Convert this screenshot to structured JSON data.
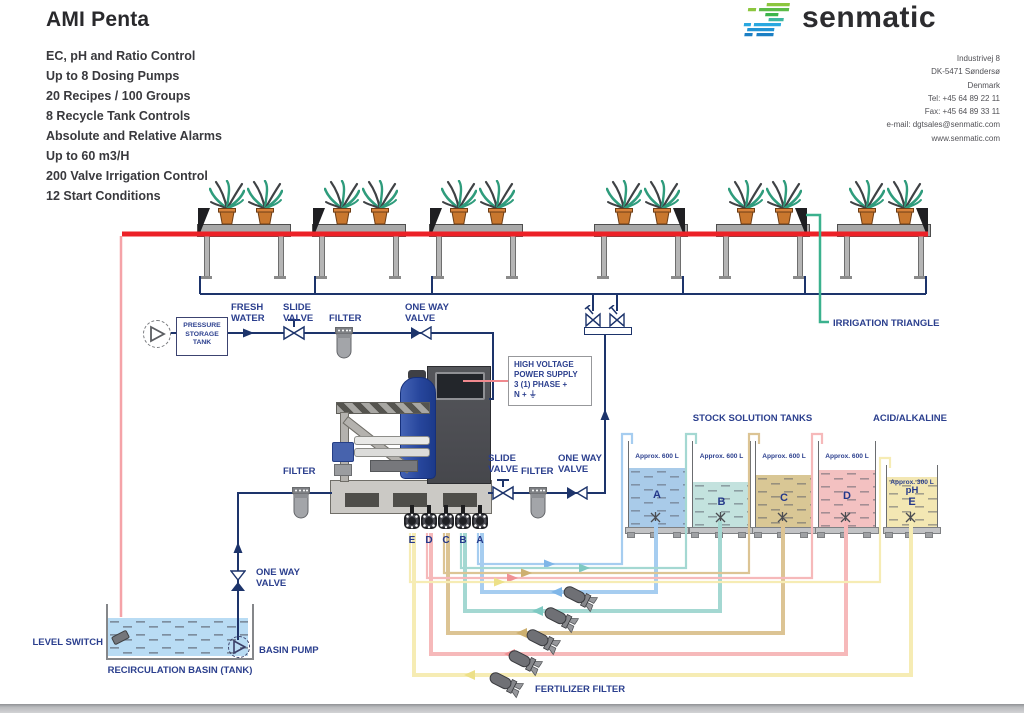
{
  "header": {
    "title": "AMI Penta",
    "features": [
      "EC, pH and Ratio Control",
      "Up to 8 Dosing Pumps",
      "20 Recipes / 100 Groups",
      "8 Recycle Tank Controls",
      "Absolute and Relative Alarms",
      "Up to 60 m3/H",
      "200 Valve Irrigation Control",
      "12 Start Conditions"
    ],
    "logo": {
      "text": "senmatic"
    },
    "contact": [
      "Industrivej 8",
      "DK-5471 Søndersø",
      "Denmark",
      "Tel: +45 64 89 22 11",
      "Fax: +45 64 89 33 11",
      "e-mail: dgtsales@senmatic.com",
      "www.senmatic.com"
    ]
  },
  "diagram": {
    "labels": {
      "fresh_water": "FRESH\nWATER",
      "slide_valve_top": "SLIDE\nVALVE",
      "filter_top": "FILTER",
      "one_way_valve_top": "ONE WAY\nVALVE",
      "pressure_storage_tank": "PRESSURE\nSTORAGE\nTANK",
      "high_voltage_power_supply": "HIGH VOLTAGE\nPOWER SUPPLY\n3 (1) PHASE +\nN + ⏚",
      "irrigation_triangle": "IRRIGATION TRIANGLE",
      "stock_solution_tanks": "STOCK SOLUTION TANKS",
      "acid_alkaline": "ACID/ALKALINE",
      "filter_left": "FILTER",
      "slide_valve_mid": "SLIDE\nVALVE",
      "filter_mid": "FILTER",
      "one_way_valve_mid": "ONE WAY\nVALVE",
      "one_way_valve_basin": "ONE WAY\nVALVE",
      "level_switch": "LEVEL SWITCH",
      "basin_pump": "BASIN PUMP",
      "recirculation_basin": "RECIRCULATION BASIN (TANK)",
      "fertilizer_filter": "FERTILIZER FILTER"
    },
    "tanks": [
      {
        "letter": "A",
        "volume": "Approx. 600 L",
        "fill_color": "#a9cbe9",
        "tube_color": "#a6cdf0",
        "arrow_color": "#7fb6e8"
      },
      {
        "letter": "B",
        "volume": "Approx. 600 L",
        "fill_color": "#c3e2de",
        "tube_color": "#a4d8d2",
        "arrow_color": "#7ec9c2"
      },
      {
        "letter": "C",
        "volume": "Approx. 600 L",
        "fill_color": "#d9c795",
        "tube_color": "#dcc494",
        "arrow_color": "#cdb070"
      },
      {
        "letter": "D",
        "volume": "Approx. 600 L",
        "fill_color": "#f3c1c1",
        "tube_color": "#f6b9ba",
        "arrow_color": "#f09194"
      },
      {
        "letter": "E",
        "volume": "Approx. 300 L",
        "sublabel": "pH",
        "fill_color": "#f3e7b3",
        "tube_color": "#f6ecb4",
        "arrow_color": "#ede087"
      }
    ],
    "dosing_pumps": [
      "E",
      "D",
      "C",
      "B",
      "A"
    ],
    "colors": {
      "pipe_navy": "#1d346b",
      "irrigation_red": "#ec2127",
      "return_pink": "#f5a3a8",
      "power_pink": "#f0898e",
      "triangle_green": "#3bb18e",
      "label_navy": "#2b3f8e"
    }
  }
}
